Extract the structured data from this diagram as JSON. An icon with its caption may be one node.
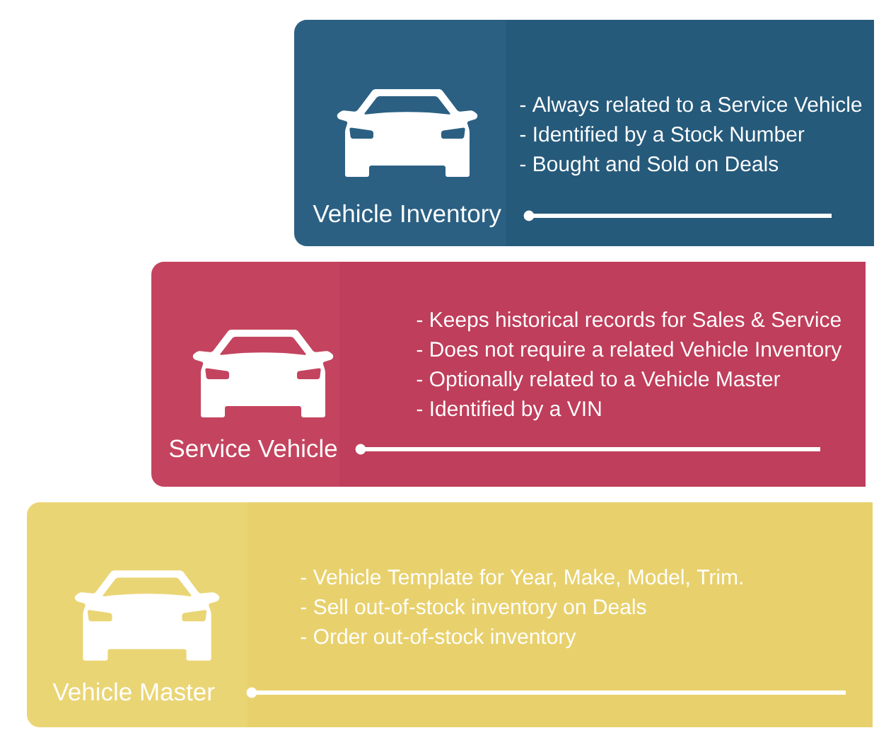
{
  "diagram": {
    "nodes": [
      {
        "text": [
          "Vehicle Inventory",
          "- Always related to a Service Vehicle",
          "- Identified by a Stock Number",
          "- Bought and Sold on Deals"
        ]
      },
      {
        "text": [
          "Service Vehicle",
          "- Keeps historical records for Sales & Service",
          "- Does not require a related Vehicle Inventory",
          "- Optionally related to a Vehicle Master",
          "- Identified by a VIN"
        ]
      },
      {
        "text": [
          "Vehicle Master",
          "- Vehicle Template for Year, Make, Model, Trim.",
          "- Sell out-of-stock inventory on Deals",
          "- Order out-of-stock inventory"
        ]
      }
    ]
  }
}
